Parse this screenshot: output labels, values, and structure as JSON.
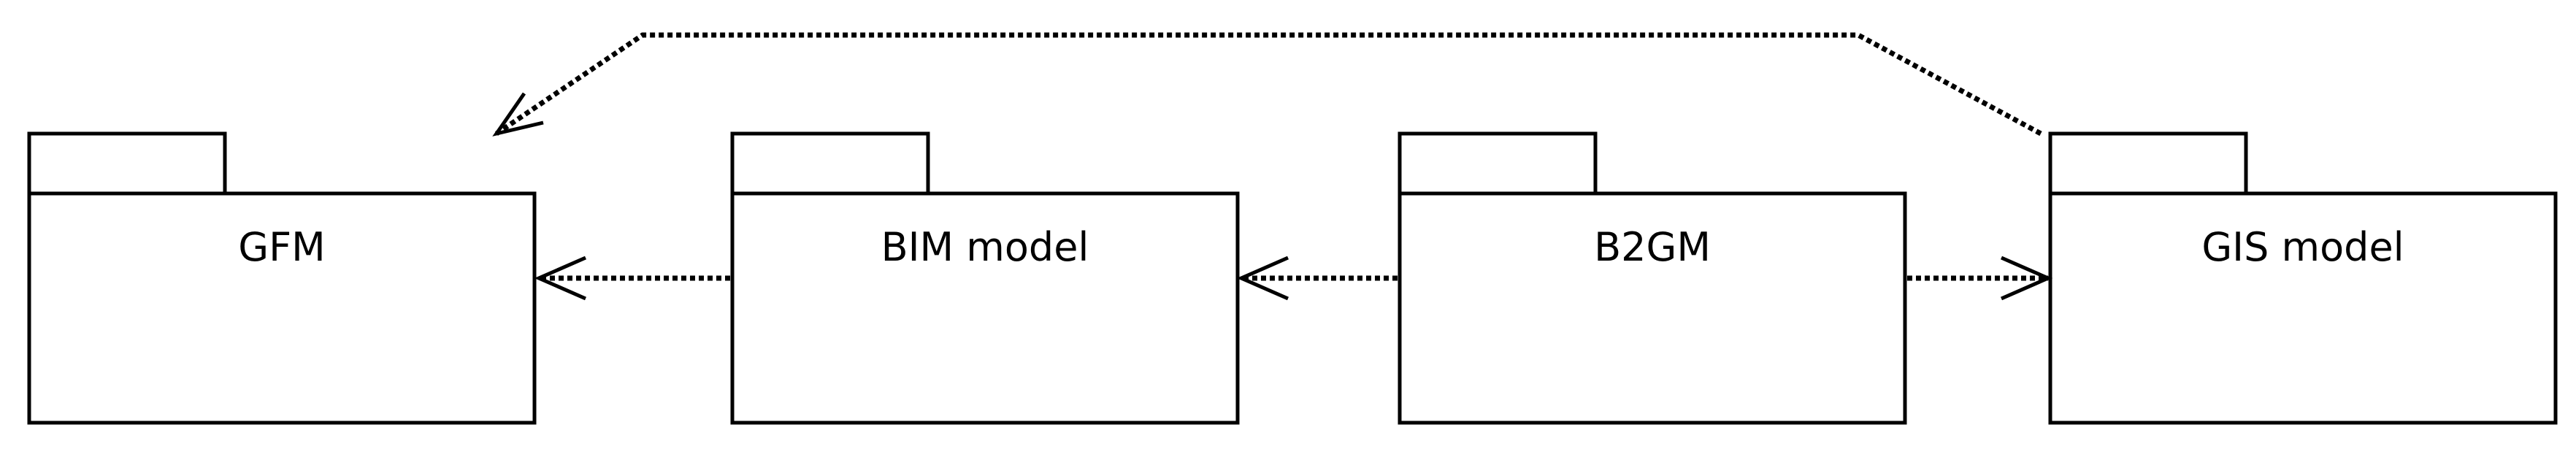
{
  "diagram": {
    "type": "uml-package-dependency",
    "packages": [
      {
        "id": "gfm",
        "label": "GFM"
      },
      {
        "id": "bim",
        "label": "BIM model"
      },
      {
        "id": "b2gm",
        "label": "B2GM"
      },
      {
        "id": "gis",
        "label": "GIS model"
      }
    ],
    "dependencies": [
      {
        "from": "bim",
        "to": "gfm",
        "style": "dotted-open-arrow"
      },
      {
        "from": "b2gm",
        "to": "bim",
        "style": "dotted-open-arrow"
      },
      {
        "from": "b2gm",
        "to": "gis",
        "style": "dotted-open-arrow"
      },
      {
        "from": "gis",
        "to": "gfm",
        "style": "dotted-open-arrow"
      }
    ],
    "colors": {
      "stroke": "#000000",
      "background": "#ffffff"
    }
  }
}
